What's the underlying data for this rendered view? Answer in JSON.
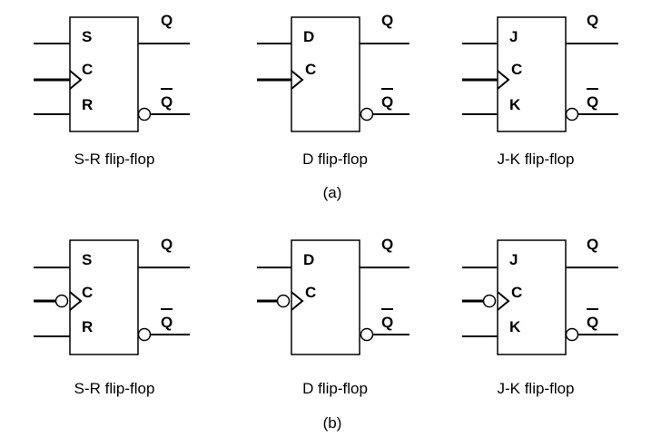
{
  "rows": [
    {
      "label": "(a)",
      "clock_inverted": false,
      "flipflops": [
        {
          "type": "sr",
          "caption": "S-R flip-flop",
          "pins": [
            "S",
            "C",
            "R"
          ],
          "q": "Q",
          "qbar": "Q"
        },
        {
          "type": "d",
          "caption": "D flip-flop",
          "pins": [
            "D",
            "C"
          ],
          "q": "Q",
          "qbar": "Q"
        },
        {
          "type": "jk",
          "caption": "J-K flip-flop",
          "pins": [
            "J",
            "C",
            "K"
          ],
          "q": "Q",
          "qbar": "Q"
        }
      ]
    },
    {
      "label": "(b)",
      "clock_inverted": true,
      "flipflops": [
        {
          "type": "sr",
          "caption": "S-R flip-flop",
          "pins": [
            "S",
            "C",
            "R"
          ],
          "q": "Q",
          "qbar": "Q"
        },
        {
          "type": "d",
          "caption": "D flip-flop",
          "pins": [
            "D",
            "C"
          ],
          "q": "Q",
          "qbar": "Q"
        },
        {
          "type": "jk",
          "caption": "J-K flip-flop",
          "pins": [
            "J",
            "C",
            "K"
          ],
          "q": "Q",
          "qbar": "Q"
        }
      ]
    }
  ]
}
